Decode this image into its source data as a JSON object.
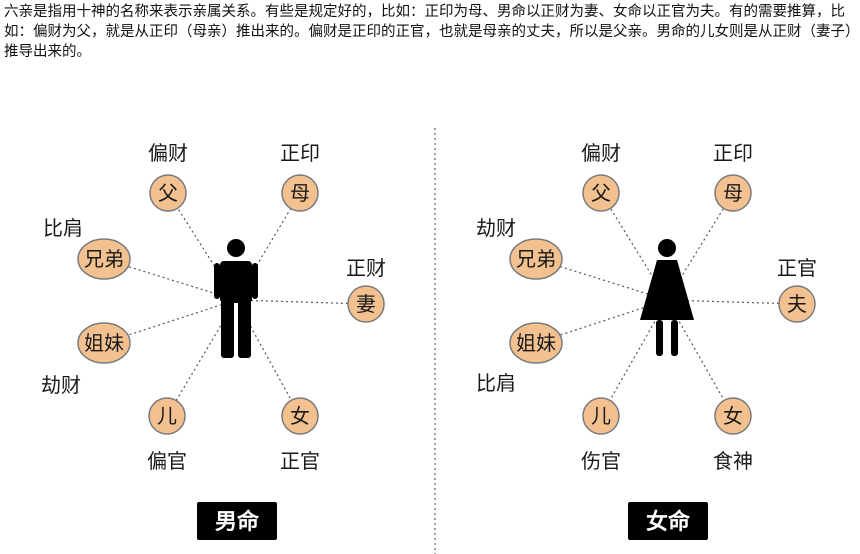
{
  "intro_text": "六亲是指用十神的名称来表示亲属关系。有些是规定好的，比如：正印为母、男命以正财为妻、女命以正官为夫。有的需要推算，比如：偏财为父，就是从正印（母亲）推出来的。偏财是正印的正官，也就是母亲的丈夫，所以是父亲。男命的儿女则是从正财（妻子）推导出来的。",
  "colors": {
    "node_fill": "#f3c190",
    "node_stroke": "#7a7a7a",
    "title_bg": "#000000"
  },
  "male_chart": {
    "title": "男命",
    "nodes": [
      {
        "id": "father",
        "relation": "父",
        "label": "偏财"
      },
      {
        "id": "mother",
        "relation": "母",
        "label": "正印"
      },
      {
        "id": "brothers",
        "relation": "兄弟",
        "label": "比肩"
      },
      {
        "id": "wife",
        "relation": "妻",
        "label": "正财"
      },
      {
        "id": "sisters",
        "relation": "姐妹",
        "label": "劫财"
      },
      {
        "id": "son",
        "relation": "儿",
        "label": "偏官"
      },
      {
        "id": "daughter",
        "relation": "女",
        "label": "正官"
      }
    ]
  },
  "female_chart": {
    "title": "女命",
    "nodes": [
      {
        "id": "father",
        "relation": "父",
        "label": "偏财"
      },
      {
        "id": "mother",
        "relation": "母",
        "label": "正印"
      },
      {
        "id": "brothers",
        "relation": "兄弟",
        "label": "劫财"
      },
      {
        "id": "husband",
        "relation": "夫",
        "label": "正官"
      },
      {
        "id": "sisters",
        "relation": "姐妹",
        "label": "比肩"
      },
      {
        "id": "son",
        "relation": "儿",
        "label": "伤官"
      },
      {
        "id": "daughter",
        "relation": "女",
        "label": "食神"
      }
    ]
  }
}
